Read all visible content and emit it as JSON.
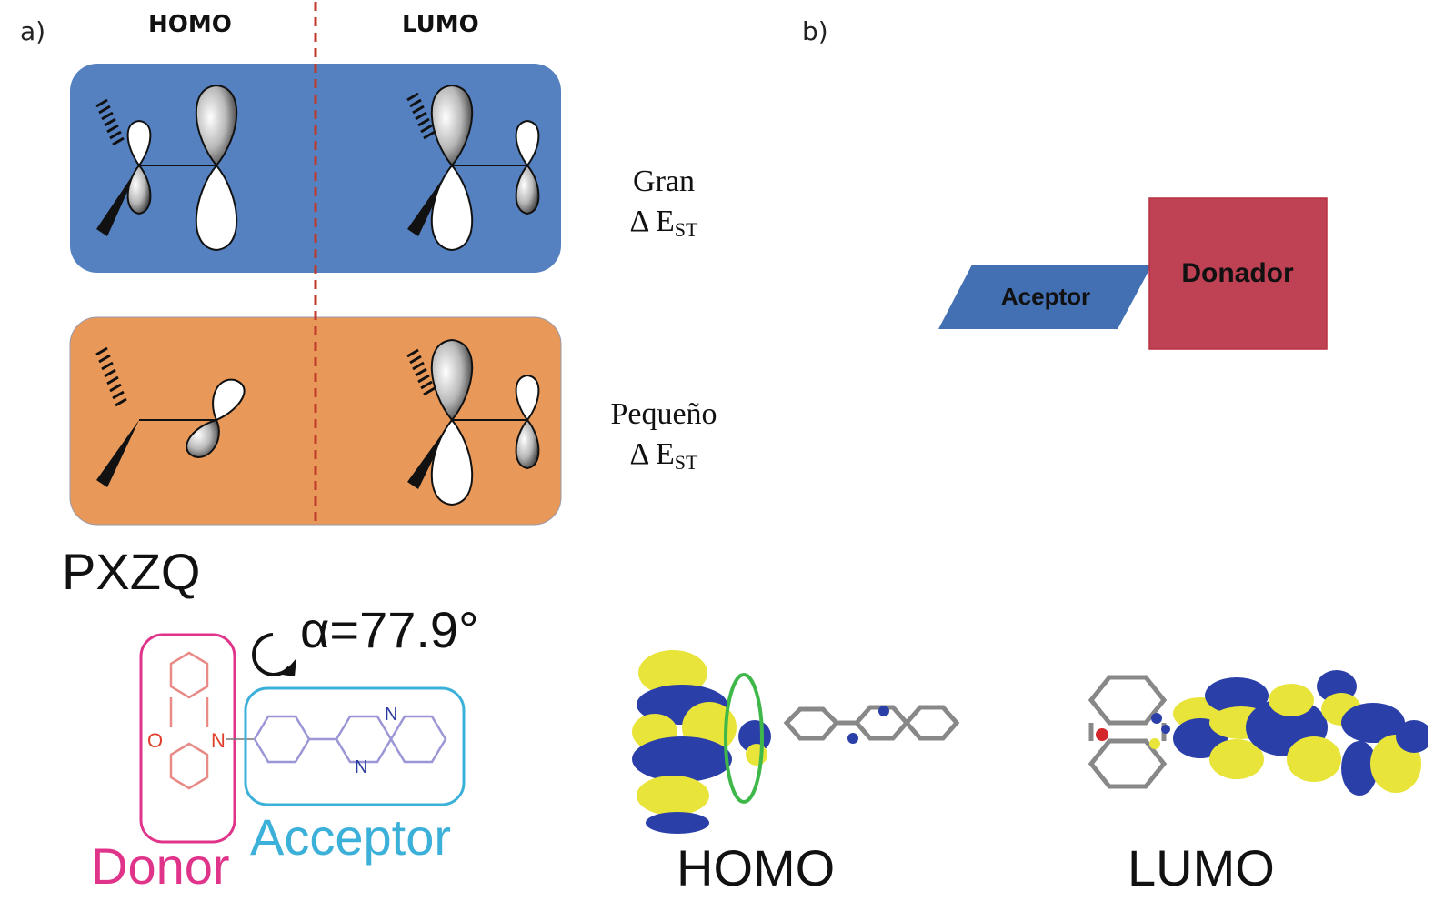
{
  "panel_a": {
    "label": "a)",
    "columns": {
      "homo": "HOMO",
      "lumo": "LUMO"
    },
    "rows": [
      {
        "size_word": "Gran",
        "delta": "Δ E",
        "subscript": "ST",
        "color": "#5581c1"
      },
      {
        "size_word": "Pequeño",
        "delta": "Δ E",
        "subscript": "ST",
        "color": "#e8995a"
      }
    ],
    "divider_color": "#c0392b",
    "molecule_name": "PXZQ",
    "angle_label": "α=77.9°",
    "donor_label": "Donor",
    "acceptor_label": "Acceptor",
    "donor_color": "#e0338a",
    "acceptor_color": "#3bb0d8",
    "atoms": {
      "oxygen": "O",
      "nitrogen": "N"
    }
  },
  "panel_b": {
    "label": "b)",
    "acceptor_shape_label": "Aceptor",
    "donor_shape_label": "Donador",
    "acceptor_color": "#4370b3",
    "donor_color": "#be4254",
    "orbital_labels": {
      "homo": "HOMO",
      "lumo": "LUMO"
    },
    "lobe_colors": {
      "positive": "#e8e43a",
      "negative": "#2b3fa8"
    },
    "highlight_color": "#3fb84a"
  }
}
